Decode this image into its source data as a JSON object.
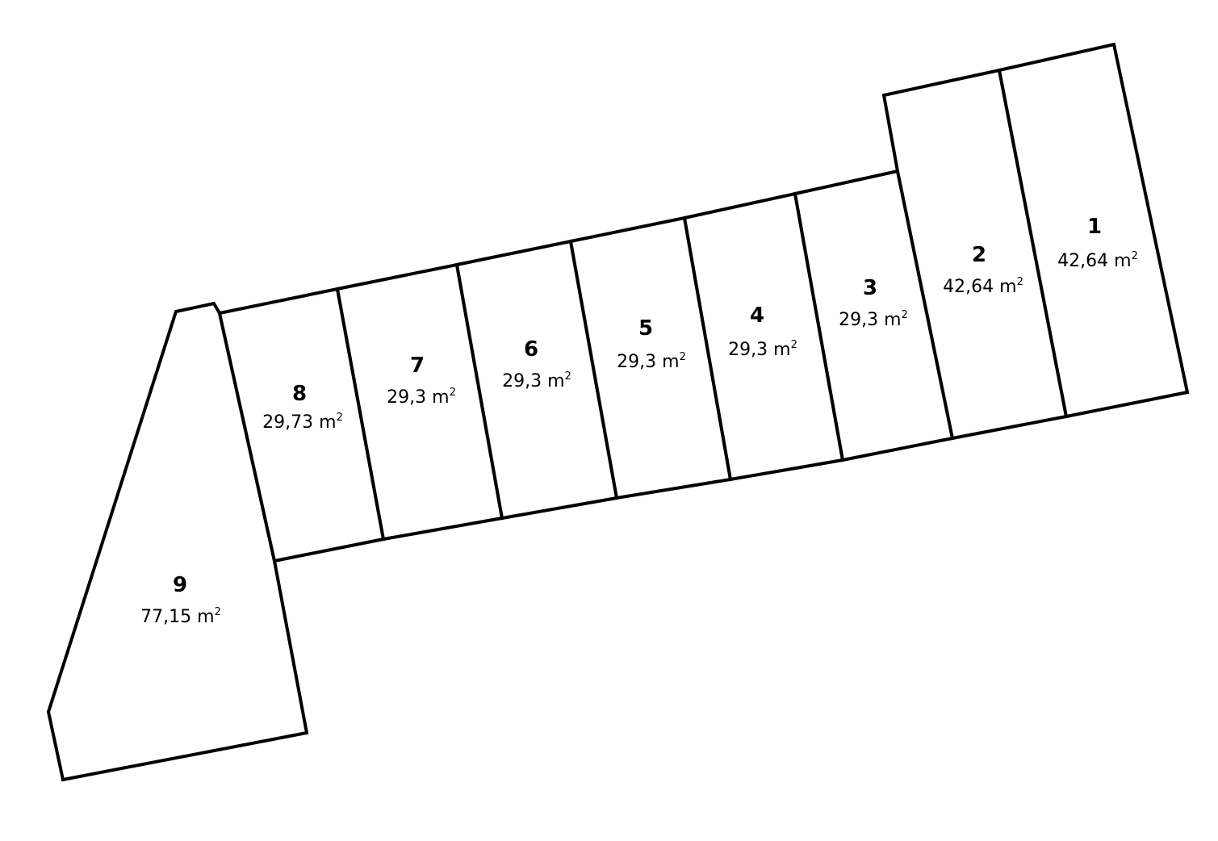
{
  "plots": [
    {
      "number": "1",
      "area": "42,64 m",
      "unit_sup": "2"
    },
    {
      "number": "2",
      "area": "42,64 m",
      "unit_sup": "2"
    },
    {
      "number": "3",
      "area": "29,3 m",
      "unit_sup": "2"
    },
    {
      "number": "4",
      "area": "29,3 m",
      "unit_sup": "2"
    },
    {
      "number": "5",
      "area": "29,3 m",
      "unit_sup": "2"
    },
    {
      "number": "6",
      "area": "29,3 m",
      "unit_sup": "2"
    },
    {
      "number": "7",
      "area": "29,3 m",
      "unit_sup": "2"
    },
    {
      "number": "8",
      "area": "29,73 m",
      "unit_sup": "2"
    },
    {
      "number": "9",
      "area": "77,15 m",
      "unit_sup": "2"
    }
  ],
  "colors": {
    "line": "#000000",
    "background": "#ffffff",
    "text": "#000000"
  }
}
